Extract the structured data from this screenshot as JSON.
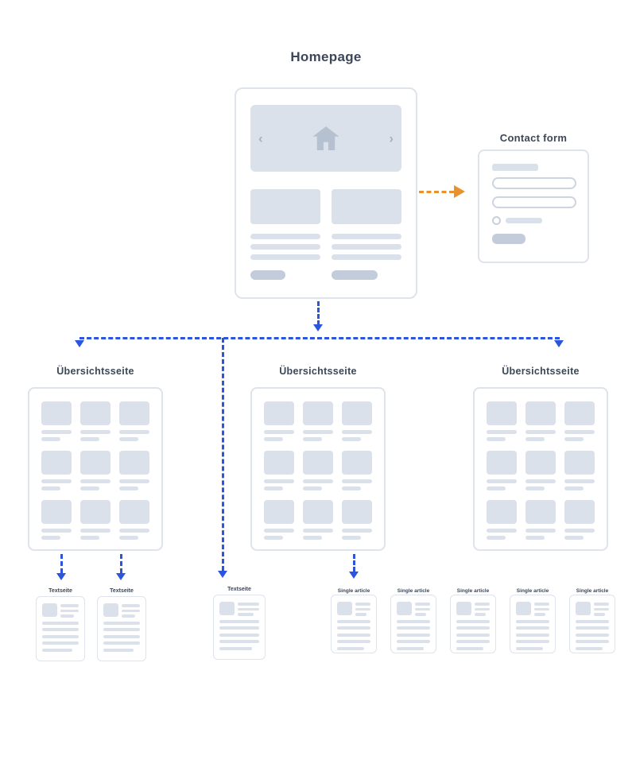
{
  "diagram": {
    "homepage": {
      "title": "Homepage"
    },
    "contact_form": {
      "title": "Contact form"
    },
    "overview_pages": [
      {
        "title": "Übersichtsseite"
      },
      {
        "title": "Übersichtsseite"
      },
      {
        "title": "Übersichtsseite"
      }
    ],
    "text_pages": [
      {
        "title": "Textseite"
      },
      {
        "title": "Textseite"
      },
      {
        "title": "Textseite"
      }
    ],
    "article_pages": [
      {
        "title": "Single article"
      },
      {
        "title": "Single article"
      },
      {
        "title": "Single article"
      },
      {
        "title": "Single article"
      },
      {
        "title": "Single article"
      }
    ],
    "icons": {
      "home": "home-icon",
      "chevron_left": "‹",
      "chevron_right": "›"
    },
    "colors": {
      "arrow_blue": "#2b55dc",
      "arrow_orange": "#e8912d",
      "wireframe_fill": "#dbe1ea",
      "wireframe_dark": "#c3ccda",
      "card_border": "#dee3ec",
      "heading_text": "#3d4757"
    }
  }
}
